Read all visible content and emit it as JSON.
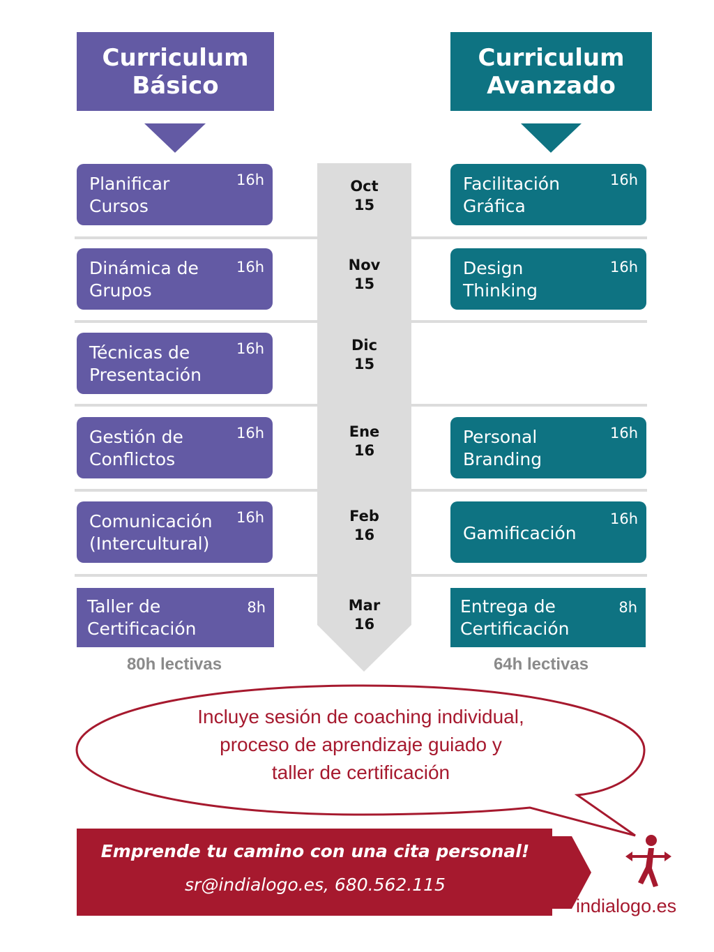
{
  "basic": {
    "header": [
      "Curriculum",
      "Básico"
    ],
    "courses": [
      {
        "title": "Planificar\nCursos",
        "hours": "16h"
      },
      {
        "title": "Dinámica de\nGrupos",
        "hours": "16h"
      },
      {
        "title": "Técnicas de\nPresentación",
        "hours": "16h"
      },
      {
        "title": "Gestión de\nConflictos",
        "hours": "16h"
      },
      {
        "title": "Comunicación\n(Intercultural)",
        "hours": "16h"
      },
      {
        "title": "Taller de\nCertificación",
        "hours": "8h"
      }
    ],
    "total": "80h lectivas"
  },
  "advanced": {
    "header": [
      "Curriculum",
      "Avanzado"
    ],
    "courses": [
      {
        "title": "Facilitación\nGráfica",
        "hours": "16h"
      },
      {
        "title": "Design\nThinking",
        "hours": "16h"
      },
      {
        "title": "Personal\nBranding",
        "hours": "16h"
      },
      {
        "title": "Gamificación",
        "hours": "16h"
      },
      {
        "title": "Entrega de\nCertificación",
        "hours": "8h"
      }
    ],
    "total": "64h lectivas"
  },
  "timeline": [
    "Oct\n15",
    "Nov\n15",
    "Dic\n15",
    "Ene\n16",
    "Feb\n16",
    "Mar\n16"
  ],
  "bubble": "Incluye sesión de coaching individual,\nproceso de aprendizaje guiado y\ntaller de certificación",
  "cta": {
    "title": "Emprende tu camino con una cita personal!",
    "contact": "sr@indialogo.es, 680.562.115"
  },
  "brand": "indialogo.es",
  "colors": {
    "basic": "#635aa4",
    "advanced": "#0e7382",
    "accent": "#a6192e",
    "timeline": "#dcdcdc"
  }
}
